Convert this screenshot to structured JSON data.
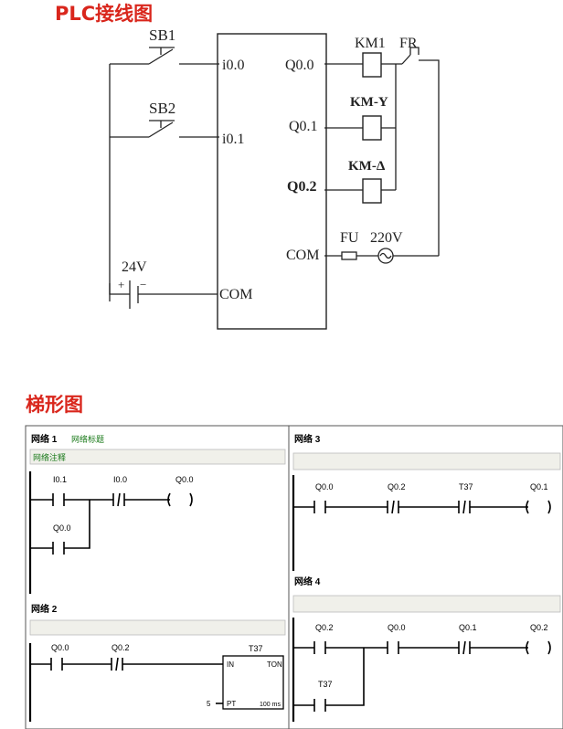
{
  "wiring": {
    "title": "PLC接线图",
    "title_color": "#d9261c",
    "switches": {
      "sb1": "SB1",
      "sb2": "SB2"
    },
    "inputs": {
      "i00": "i0.0",
      "i01": "i0.1",
      "com": "COM"
    },
    "outputs": {
      "q00": "Q0.0",
      "q01": "Q0.1",
      "q02": "Q0.2",
      "com": "COM"
    },
    "coils": {
      "km1": "KM1",
      "kmy": "KM-Y",
      "kmd": "KM-Δ"
    },
    "fr": "FR",
    "fu": "FU",
    "ac_voltage": "220V",
    "dc_voltage": "24V",
    "plus": "+",
    "minus": "−"
  },
  "ladder": {
    "title": "梯形图",
    "title_color": "#d9261c",
    "comment_color": "#1a7a1a",
    "network1": {
      "label": "网络 1",
      "title": "网络标题",
      "comment": "网络注释",
      "contacts": {
        "i01": "I0.1",
        "i00": "I0.0",
        "q00_hold": "Q0.0"
      },
      "coil": "Q0.0"
    },
    "network2": {
      "label": "网络 2",
      "contacts": {
        "q00": "Q0.0",
        "q02": "Q0.2"
      },
      "timer": {
        "name": "T37",
        "in": "IN",
        "type": "TON",
        "pt_value": "5",
        "pt": "PT",
        "base": "100 ms"
      }
    },
    "network3": {
      "label": "网络 3",
      "contacts": {
        "q00": "Q0.0",
        "q02": "Q0.2",
        "t37": "T37"
      },
      "coil": "Q0.1"
    },
    "network4": {
      "label": "网络 4",
      "contacts": {
        "q02": "Q0.2",
        "q00": "Q0.0",
        "q01": "Q0.1",
        "t37": "T37"
      },
      "coil": "Q0.2"
    }
  }
}
